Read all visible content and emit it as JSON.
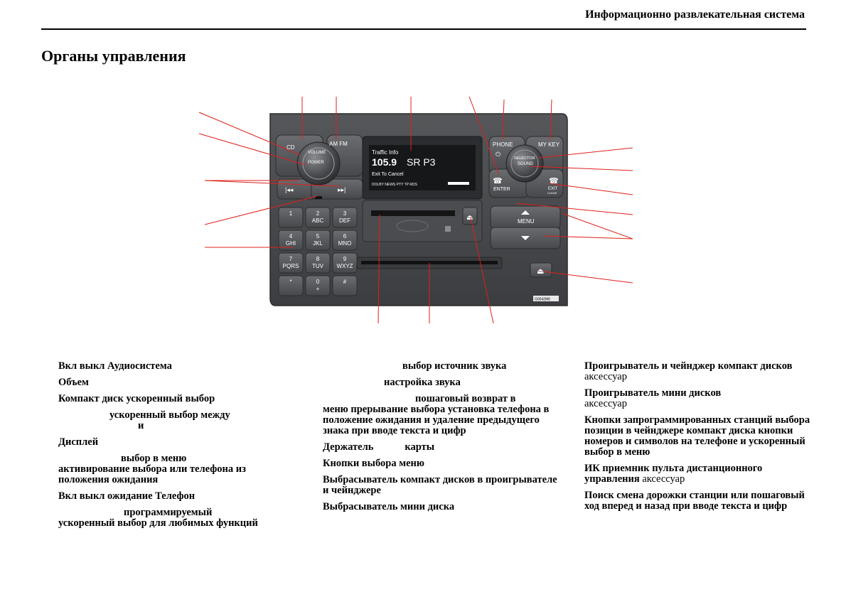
{
  "header": {
    "section_title": "Информационно развлекательная система"
  },
  "page": {
    "title": "Органы управления"
  },
  "panel": {
    "labels": {
      "cd": "CD",
      "am_fm": "AM FM",
      "volume": "VOLUME",
      "power": "POWER",
      "phone": "PHONE",
      "my_key": "MY KEY",
      "selector": "SELECTOR",
      "sound": "SOUND",
      "enter": "ENTER",
      "exit": "EXIT",
      "clear": "CLEAR",
      "menu": "MENU",
      "part_number": "G0042M6"
    },
    "display": {
      "line1": "Traffic Info",
      "line2_freq": "105.9",
      "line2_station": "SR P3",
      "line3": "Exit To Cancel",
      "status": "DOLBY NEWS PTY TP RDS"
    },
    "keypad": [
      {
        "num": "1",
        "letters": ""
      },
      {
        "num": "2",
        "letters": "ABC"
      },
      {
        "num": "3",
        "letters": "DEF"
      },
      {
        "num": "4",
        "letters": "GHI"
      },
      {
        "num": "5",
        "letters": "JKL"
      },
      {
        "num": "6",
        "letters": "MNO"
      },
      {
        "num": "7",
        "letters": "PQRS"
      },
      {
        "num": "8",
        "letters": "TUV"
      },
      {
        "num": "9",
        "letters": "WXYZ"
      },
      {
        "num": "*",
        "letters": ""
      },
      {
        "num": "0",
        "letters": "+"
      },
      {
        "num": "#",
        "letters": ""
      }
    ]
  },
  "legend": {
    "col1": [
      "Вкл  выкл    Аудиосистема",
      "Объем",
      "Компакт диск    ускоренный выбор",
      "ускоренный выбор между",
      "и",
      "Дисплей",
      "выбор в меню",
      "активирование выбора или телефона из положения ожидания",
      "Вкл выкл ожидание    Телефон",
      "программируемый",
      "ускоренный выбор для любимых функций"
    ],
    "col2": [
      "выбор источник звука",
      "настройка звука",
      "пошаговый возврат в",
      "меню  прерывание выбора  установка телефона в положение ожидания и удаление предыдущего знака при вводе текста и цифр",
      "Держатель",
      "карты",
      "Кнопки выбора меню",
      "Выбрасыватель компакт дисков в проигрывателе и чейнджере",
      "Выбрасыватель мини диска"
    ],
    "col3": [
      "Проигрыватель и чейнджер компакт дисков",
      "аксессуар",
      "Проигрыватель мини дисков",
      "аксессуар",
      "Кнопки запрограммированных станций выбора позиции в чейнджере компакт диска",
      "кнопки номеров и символов на телефоне и ускоренный выбор в меню",
      "ИК приемник пульта дистанционного управления",
      "аксессуар",
      "Поиск смена дорожки  станции или пошаговый ход вперед и назад при вводе текста и цифр"
    ]
  }
}
